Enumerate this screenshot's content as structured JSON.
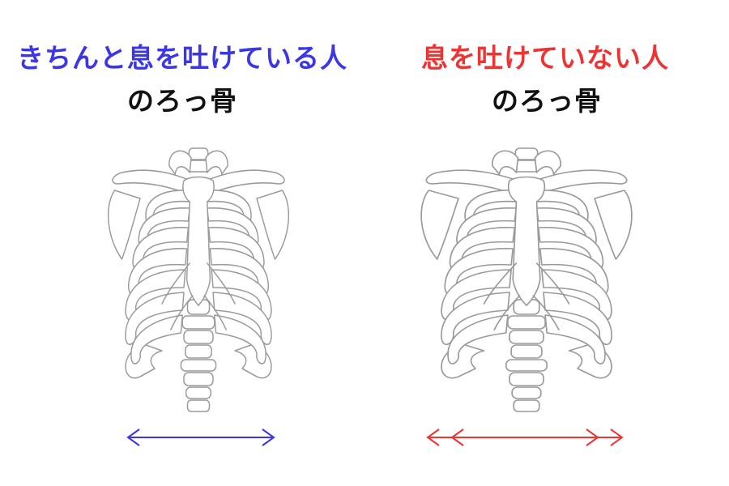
{
  "colors": {
    "exhaling": "#3b36e6",
    "not_exhaling": "#ee3333",
    "bone_stroke": "#9a9a9a",
    "text": "#111111"
  },
  "left_panel": {
    "title_colored": "きちんと息を吐けている人",
    "title_black": "のろっ骨"
  },
  "right_panel": {
    "title_colored": "息を吐けていない人",
    "title_black": "のろっ骨"
  },
  "icons": [
    "ribcage-illustration",
    "double-headed-arrow"
  ]
}
